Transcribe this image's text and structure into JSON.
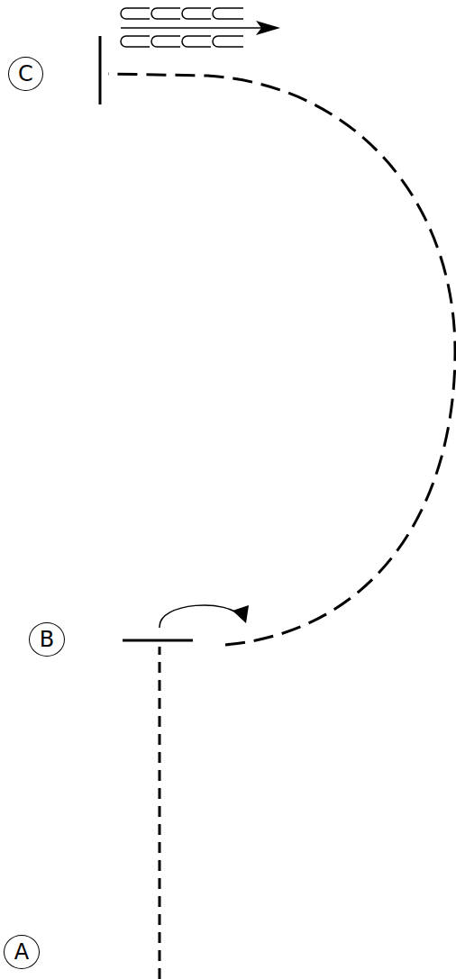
{
  "diagram": {
    "nodes": [
      {
        "text": [
          "C"
        ]
      },
      {
        "text": [
          "B"
        ]
      },
      {
        "text": [
          "A"
        ]
      }
    ]
  }
}
